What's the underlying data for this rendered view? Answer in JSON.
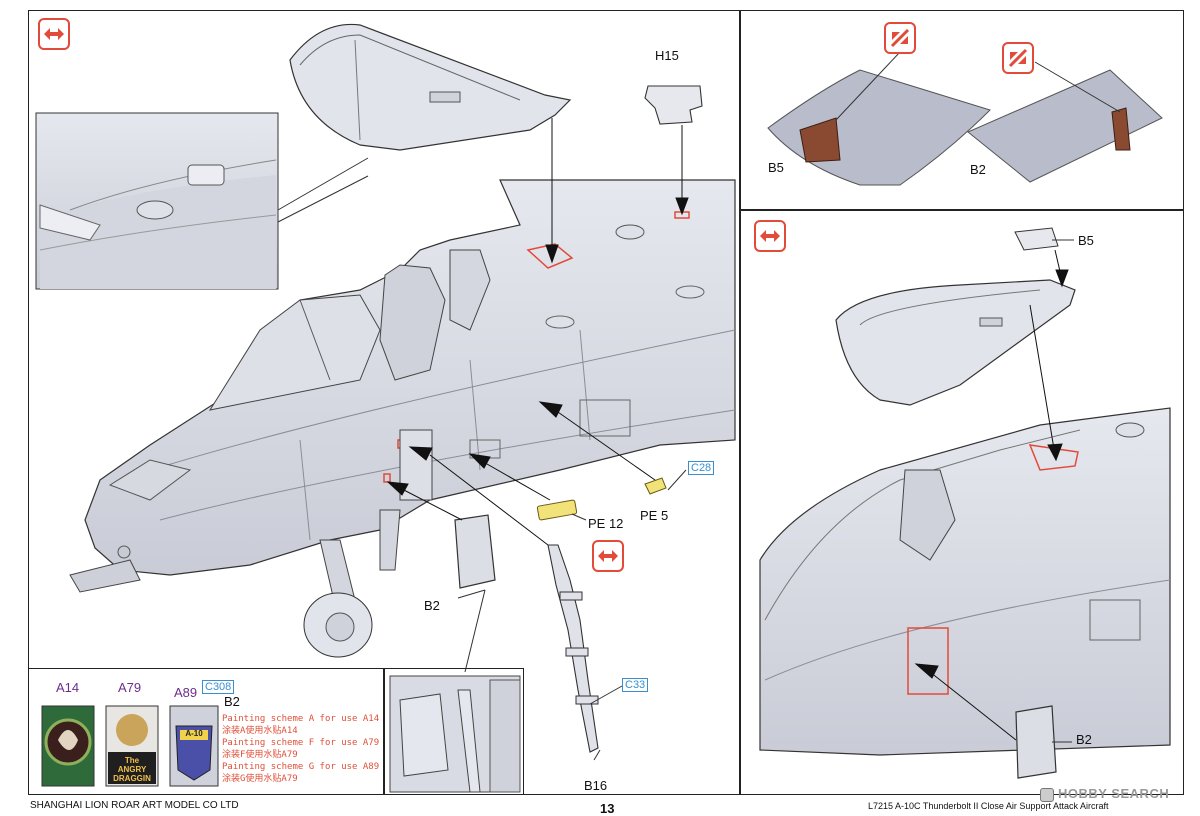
{
  "parts": {
    "h15": "H15",
    "pe12": "PE 12",
    "pe5": "PE 5",
    "b2_main": "B2",
    "b16": "B16",
    "b5_top": "B5",
    "b2_top": "B2",
    "b5_right": "B5",
    "b2_right": "B2"
  },
  "color_refs": {
    "c28": "C28",
    "c33": "C33",
    "c308": "C308"
  },
  "decals": {
    "a14": "A14",
    "a79": "A79",
    "a89": "A89",
    "b2": "B2",
    "a79_text_1": "The",
    "a79_text_2": "ANGRY",
    "a79_text_3": "DRAGGIN",
    "a89_text": "A-10"
  },
  "painting_notes": [
    "Painting scheme A for use A14",
    "涂装A使用水贴A14",
    "Painting scheme F for use A79",
    "涂装F使用水贴A79",
    "Painting scheme G for use A89",
    "涂装G使用水贴A79"
  ],
  "footer": {
    "company": "SHANGHAI LION ROAR ART MODEL CO LTD",
    "page_number": "13",
    "product": "L7215 A-10C Thunderbolt II Close Air Support Attack Aircraft",
    "watermark": "HOBBY SEARCH"
  },
  "colors": {
    "accent_red": "#e24a3a",
    "part_gray": "#d9dbe4",
    "outline": "#333333",
    "brass": "#f2e27a",
    "color_ref_blue": "#3a8fd0",
    "brown_part": "#8a4a32"
  }
}
